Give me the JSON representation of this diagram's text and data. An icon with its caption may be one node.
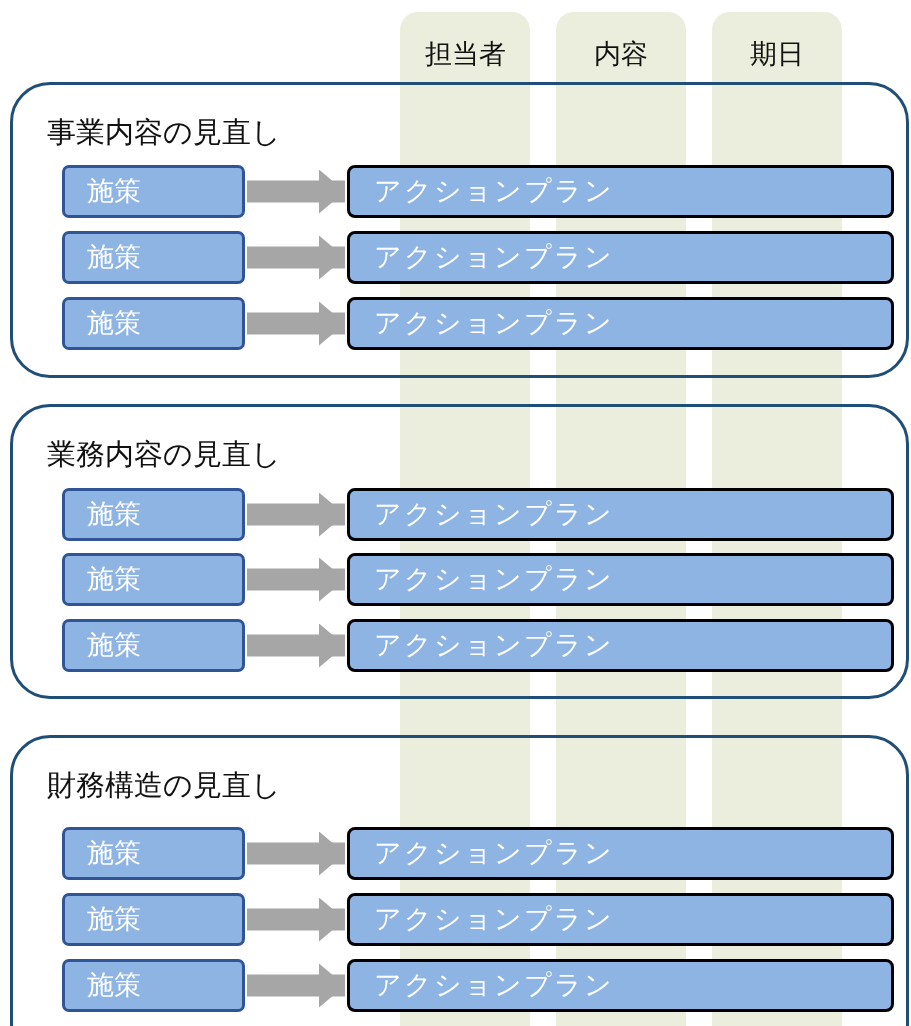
{
  "diagram": {
    "nodes": [
      {
        "text": [
          "担当者"
        ]
      },
      {
        "text": [
          "内容"
        ]
      },
      {
        "text": [
          "期日"
        ]
      },
      {
        "text": [
          "事業内容の見直し"
        ]
      },
      {
        "text": [
          "施策"
        ],
        "in": 3
      },
      {
        "text": [
          "アクションプラン"
        ],
        "in": 3
      },
      {
        "text": [
          "施策"
        ],
        "in": 3
      },
      {
        "text": [
          "アクションプラン"
        ],
        "in": 3
      },
      {
        "text": [
          "施策"
        ],
        "in": 3
      },
      {
        "text": [
          "アクションプラン"
        ],
        "in": 3
      },
      {
        "text": [
          "業務内容の見直し"
        ]
      },
      {
        "text": [
          "施策"
        ],
        "in": 10
      },
      {
        "text": [
          "アクションプラン"
        ],
        "in": 10
      },
      {
        "text": [
          "施策"
        ],
        "in": 10
      },
      {
        "text": [
          "アクションプラン"
        ],
        "in": 10
      },
      {
        "text": [
          "施策"
        ],
        "in": 10
      },
      {
        "text": [
          "アクションプラン"
        ],
        "in": 10
      },
      {
        "text": [
          "財務構造の見直し"
        ]
      },
      {
        "text": [
          "施策"
        ],
        "in": 17
      },
      {
        "text": [
          "アクションプラン"
        ],
        "in": 17
      },
      {
        "text": [
          "施策"
        ],
        "in": 17
      },
      {
        "text": [
          "アクションプラン"
        ],
        "in": 17
      },
      {
        "text": [
          "施策"
        ],
        "in": 17
      },
      {
        "text": [
          "アクションプラン"
        ],
        "in": 17
      }
    ],
    "edges": [
      {
        "from": 4,
        "to": 5,
        "arrow": "to"
      },
      {
        "from": 6,
        "to": 7,
        "arrow": "to"
      },
      {
        "from": 8,
        "to": 9,
        "arrow": "to"
      },
      {
        "from": 11,
        "to": 12,
        "arrow": "to"
      },
      {
        "from": 13,
        "to": 14,
        "arrow": "to"
      },
      {
        "from": 15,
        "to": 16,
        "arrow": "to"
      },
      {
        "from": 18,
        "to": 19,
        "arrow": "to"
      },
      {
        "from": 20,
        "to": 21,
        "arrow": "to"
      },
      {
        "from": 22,
        "to": 23,
        "arrow": "to"
      }
    ]
  }
}
